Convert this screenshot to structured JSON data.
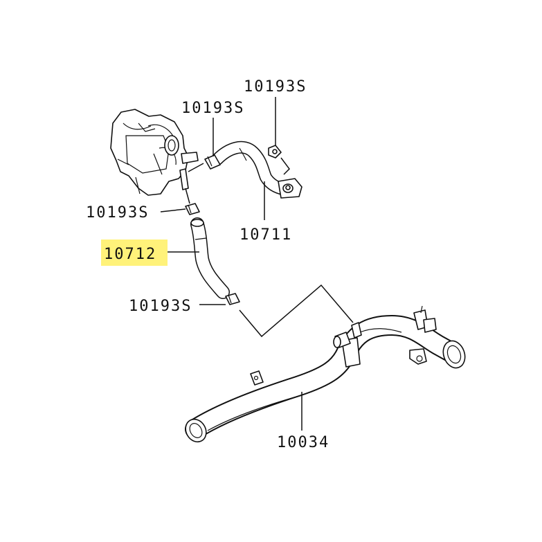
{
  "diagram": {
    "labels": {
      "clamp_top_right": "10193S",
      "clamp_top_mid": "10193S",
      "clamp_left": "10193S",
      "clamp_lower": "10193S",
      "hose_upper": "10711",
      "hose_highlighted": "10712",
      "pipe_main": "10034"
    },
    "highlight_color": "#fff27a"
  }
}
